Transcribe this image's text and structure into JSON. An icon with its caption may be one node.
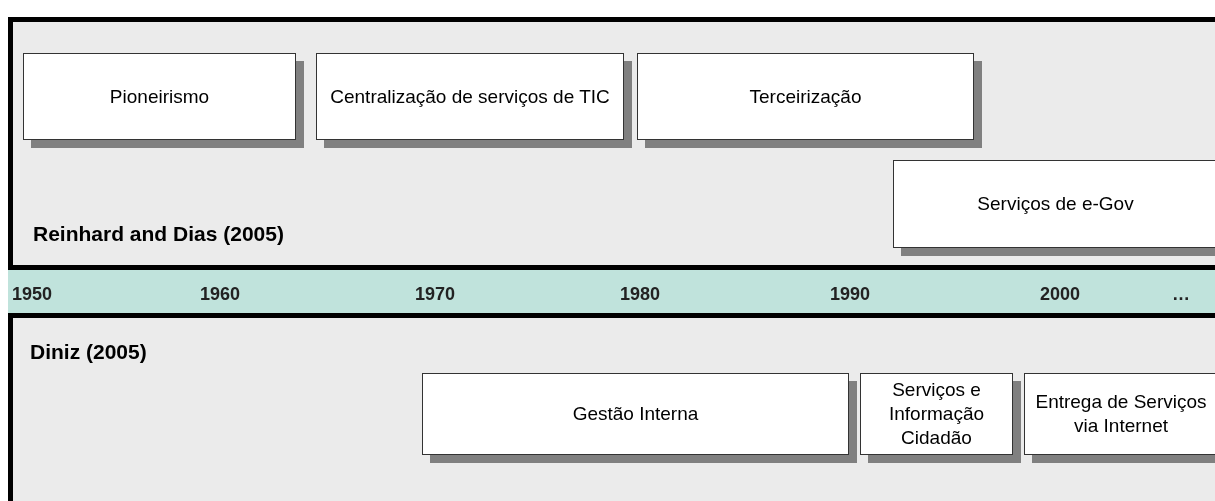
{
  "diagram": {
    "nodes": [
      {
        "text": [
          "Reinhard and Dias (2005)"
        ]
      },
      {
        "text": [
          "Pioneirismo"
        ],
        "in": 0
      },
      {
        "text": [
          "Centralização de serviços de TIC"
        ],
        "in": 0
      },
      {
        "text": [
          "Terceirização"
        ],
        "in": 0
      },
      {
        "text": [
          "Serviços de e-Gov"
        ],
        "in": 0
      },
      {
        "text": [
          "Diniz (2005)"
        ]
      },
      {
        "text": [
          "Gestão Interna"
        ],
        "in": 5
      },
      {
        "text": [
          "Serviços e Informação Cidadão"
        ],
        "in": 5
      },
      {
        "text": [
          "Entrega de Serviços via Internet"
        ],
        "in": 5
      }
    ],
    "edges": [],
    "labels": [
      "1950",
      "1960",
      "1970",
      "1980",
      "1990",
      "2000",
      "…"
    ]
  }
}
